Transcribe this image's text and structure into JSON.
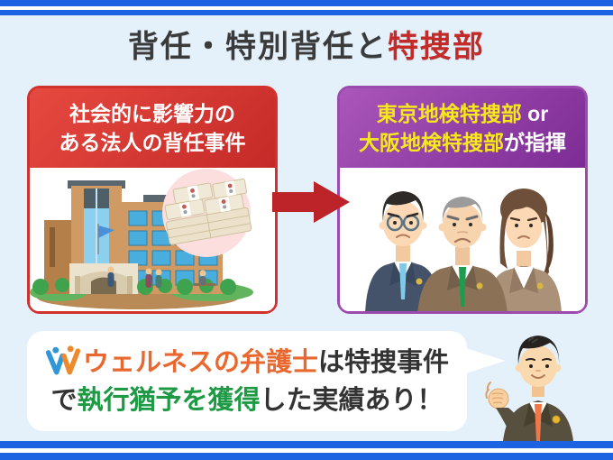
{
  "title": {
    "text_dark": "背任・特別背任と",
    "text_red": "特捜部"
  },
  "left_card": {
    "header_line1": "社会的に影響力の",
    "header_line2": "ある法人の背任事件",
    "illustration": "corporate-building-with-money-bundles"
  },
  "right_card": {
    "line1_yellow": "東京地検特捜部",
    "line1_white": " or",
    "line2_yellow": "大阪地検特捜部",
    "line2_white": "が指揮",
    "illustration": "three-stern-prosecutors"
  },
  "arrow": {
    "icon": "arrow-right-icon",
    "color": "#bc2429"
  },
  "callout": {
    "line1_orange": "ウェルネスの弁護士",
    "line1_dark": "は特捜事件",
    "line2_dark1": "で",
    "line2_green": "執行猶予を獲得",
    "line2_dark2": "した実績あり！",
    "logo_icon": "wellness-w-logo",
    "illustration": "lawyer-with-raised-fist"
  },
  "colors": {
    "background": "#e4f1fb",
    "stripe_blue": "#1b63e0",
    "title_dark": "#3b3b3b",
    "title_red": "#c32a28",
    "red_border": "#d2322e",
    "red_header_start": "#e6493f",
    "red_header_end": "#c52a28",
    "purple_border": "#9b4aad",
    "purple_header_start": "#aa56ba",
    "purple_header_end": "#7c2c94",
    "yellow_text": "#f6e81b",
    "orange_text": "#e8682f",
    "green_text": "#1e9a45",
    "arrow_red": "#bc2429"
  }
}
